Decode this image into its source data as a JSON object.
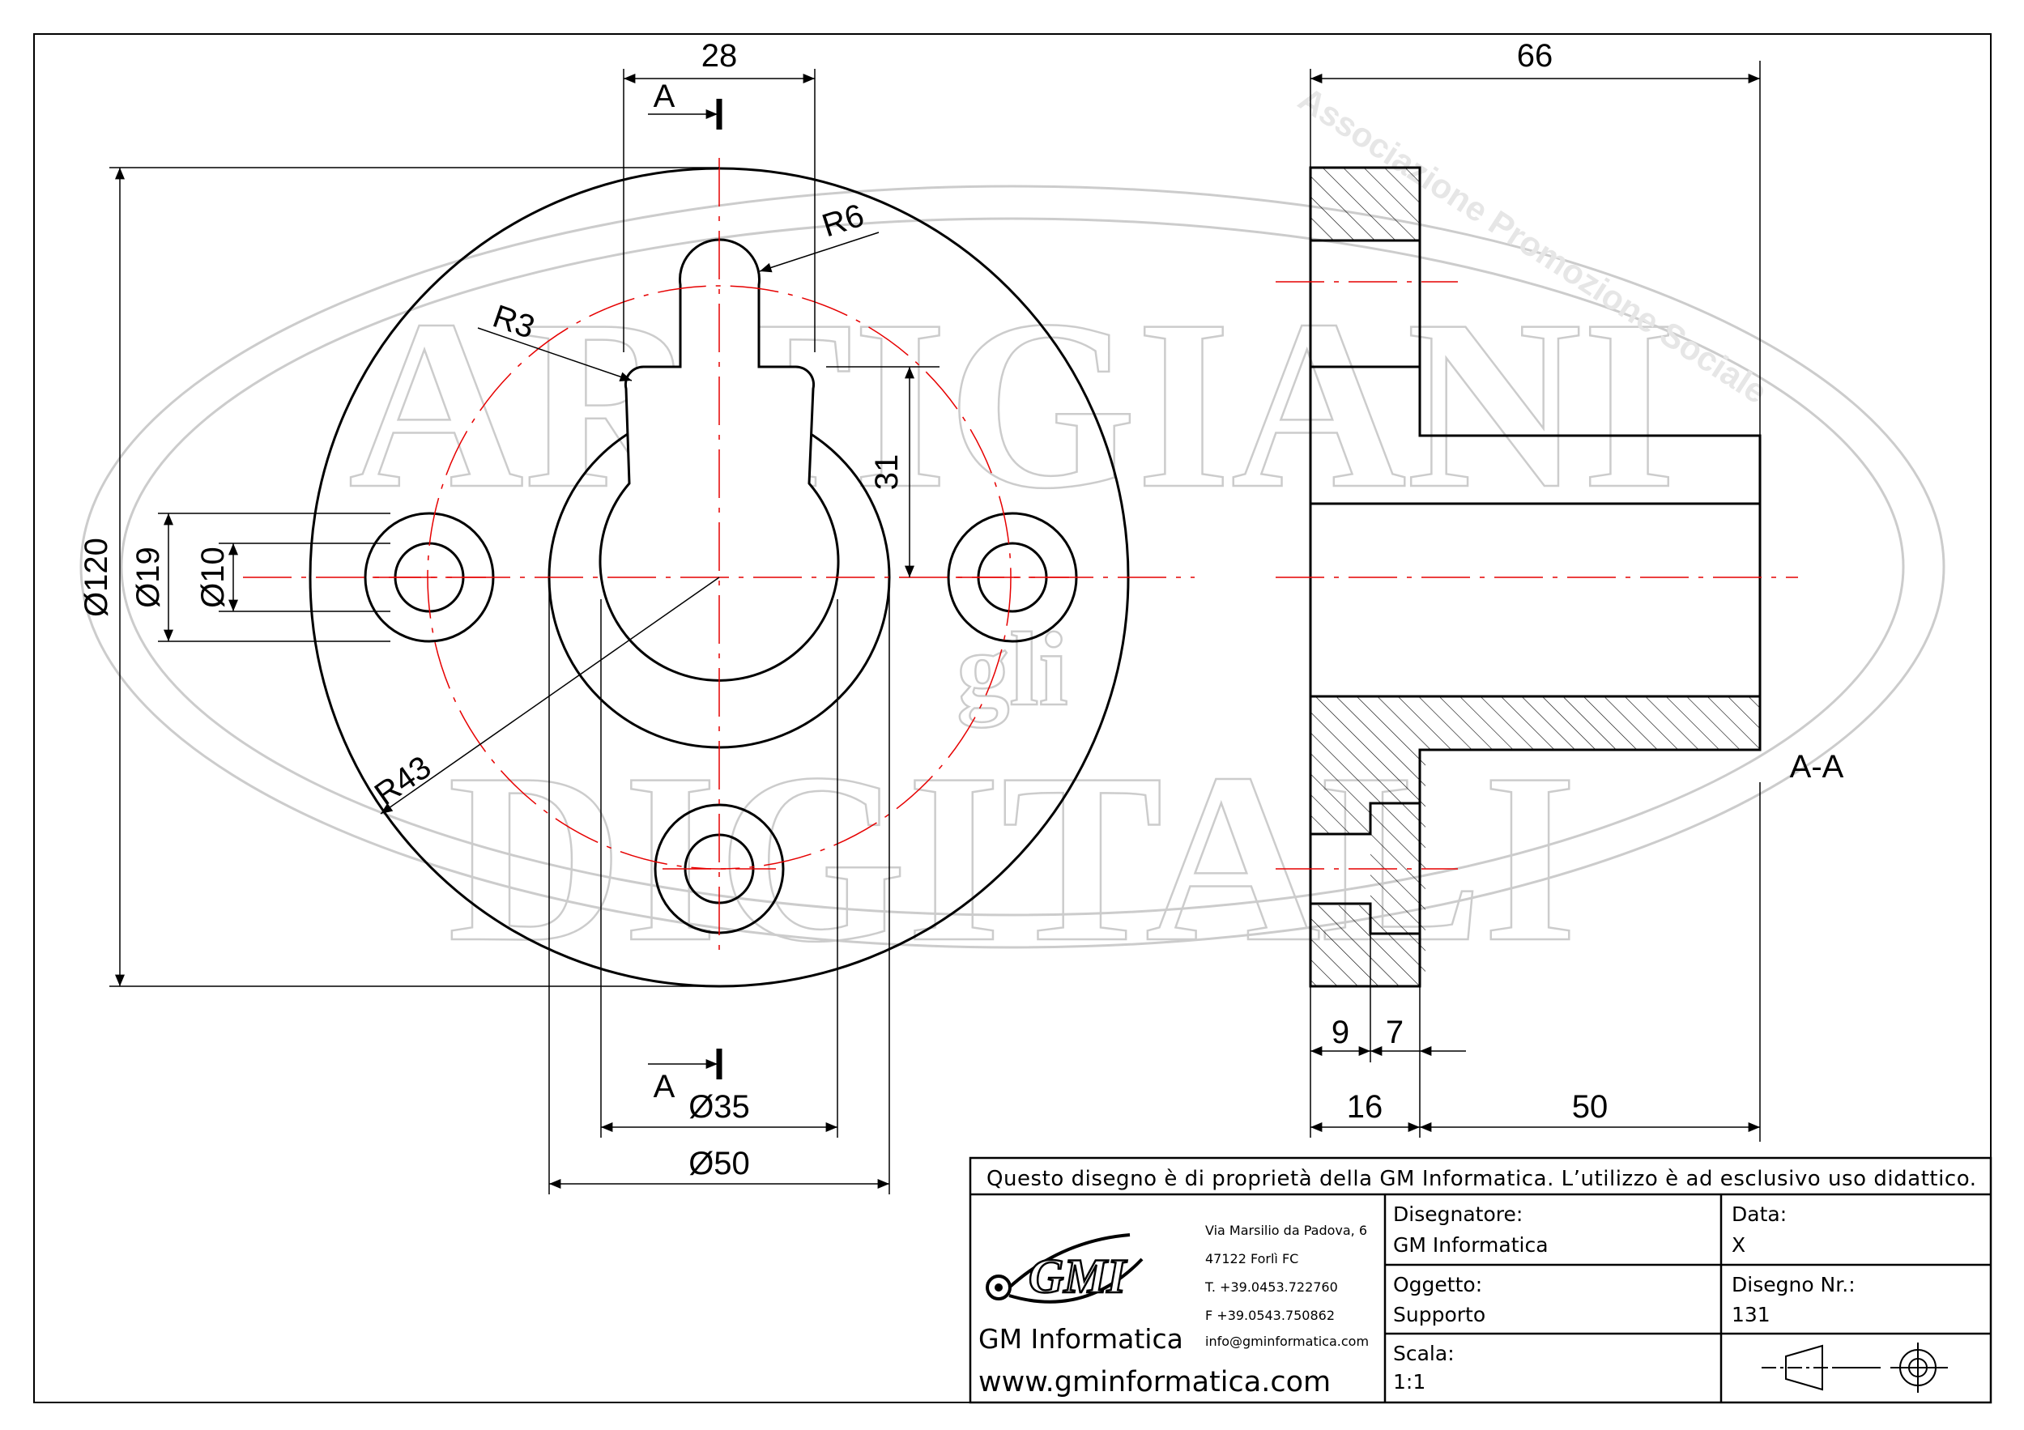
{
  "watermark": {
    "top_line": "Associazione Promozione Sociale",
    "big_top": "ARTIGIANI",
    "middle": "gli",
    "big_bottom": "DIGITALI"
  },
  "dimensions": {
    "d28": "28",
    "r6": "R6",
    "r3": "R3",
    "d31": "31",
    "phi19": "Ø19",
    "phi10": "Ø10",
    "phi120": "Ø120",
    "r43": "R43",
    "phi35": "Ø35",
    "phi50": "Ø50",
    "d66": "66",
    "d9": "9",
    "d7": "7",
    "d16": "16",
    "d50": "50"
  },
  "section": {
    "marker": "A",
    "label": "A-A"
  },
  "title_block": {
    "notice": "Questo disegno è di proprietà della GM Informatica. L’utilizzo è ad esclusivo uso didattico.",
    "logo_text": "GMI",
    "company": "GM Informatica",
    "website": "www.gminformatica.com",
    "address": [
      "Via Marsilio da Padova, 6",
      "47122  Forlì  FC",
      "T. +39.0453.722760",
      "F +39.0543.750862",
      "info@gminformatica.com"
    ],
    "designer_label": "Disegnatore:",
    "designer_value": "GM  Informatica",
    "subject_label": "Oggetto:",
    "subject_value": "Supporto",
    "scale_label": "Scala:",
    "scale_value": "1:1",
    "date_label": "Data:",
    "date_value": "X",
    "number_label": "Disegno  Nr.:",
    "number_value": "131"
  },
  "colors": {
    "outline": "#000000",
    "centerline": "#e60000",
    "watermark": "#cccccc"
  }
}
